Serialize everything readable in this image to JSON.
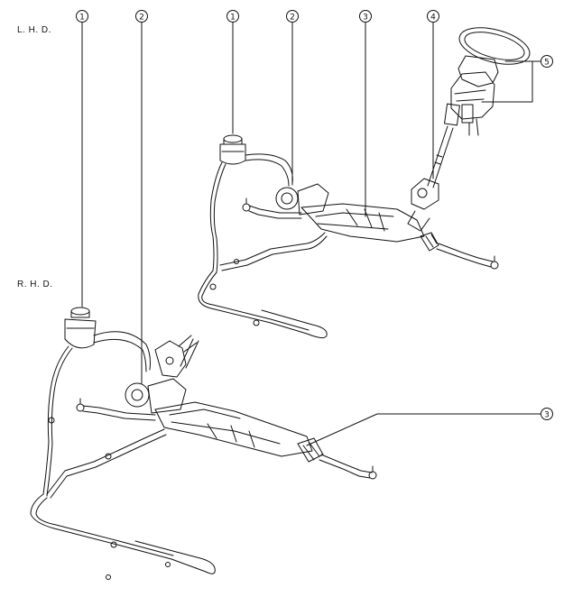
{
  "variants": {
    "lhd": "L. H. D.",
    "rhd": "R. H. D."
  },
  "callouts": {
    "c1_top": "1",
    "c2_top": "2",
    "c1_lhd": "1",
    "c2_lhd": "2",
    "c3_lhd": "3",
    "c4_lhd": "4",
    "c5_lhd": "5",
    "c3_rhd": "3"
  },
  "colors": {
    "line": "#111111",
    "background": "#ffffff"
  }
}
